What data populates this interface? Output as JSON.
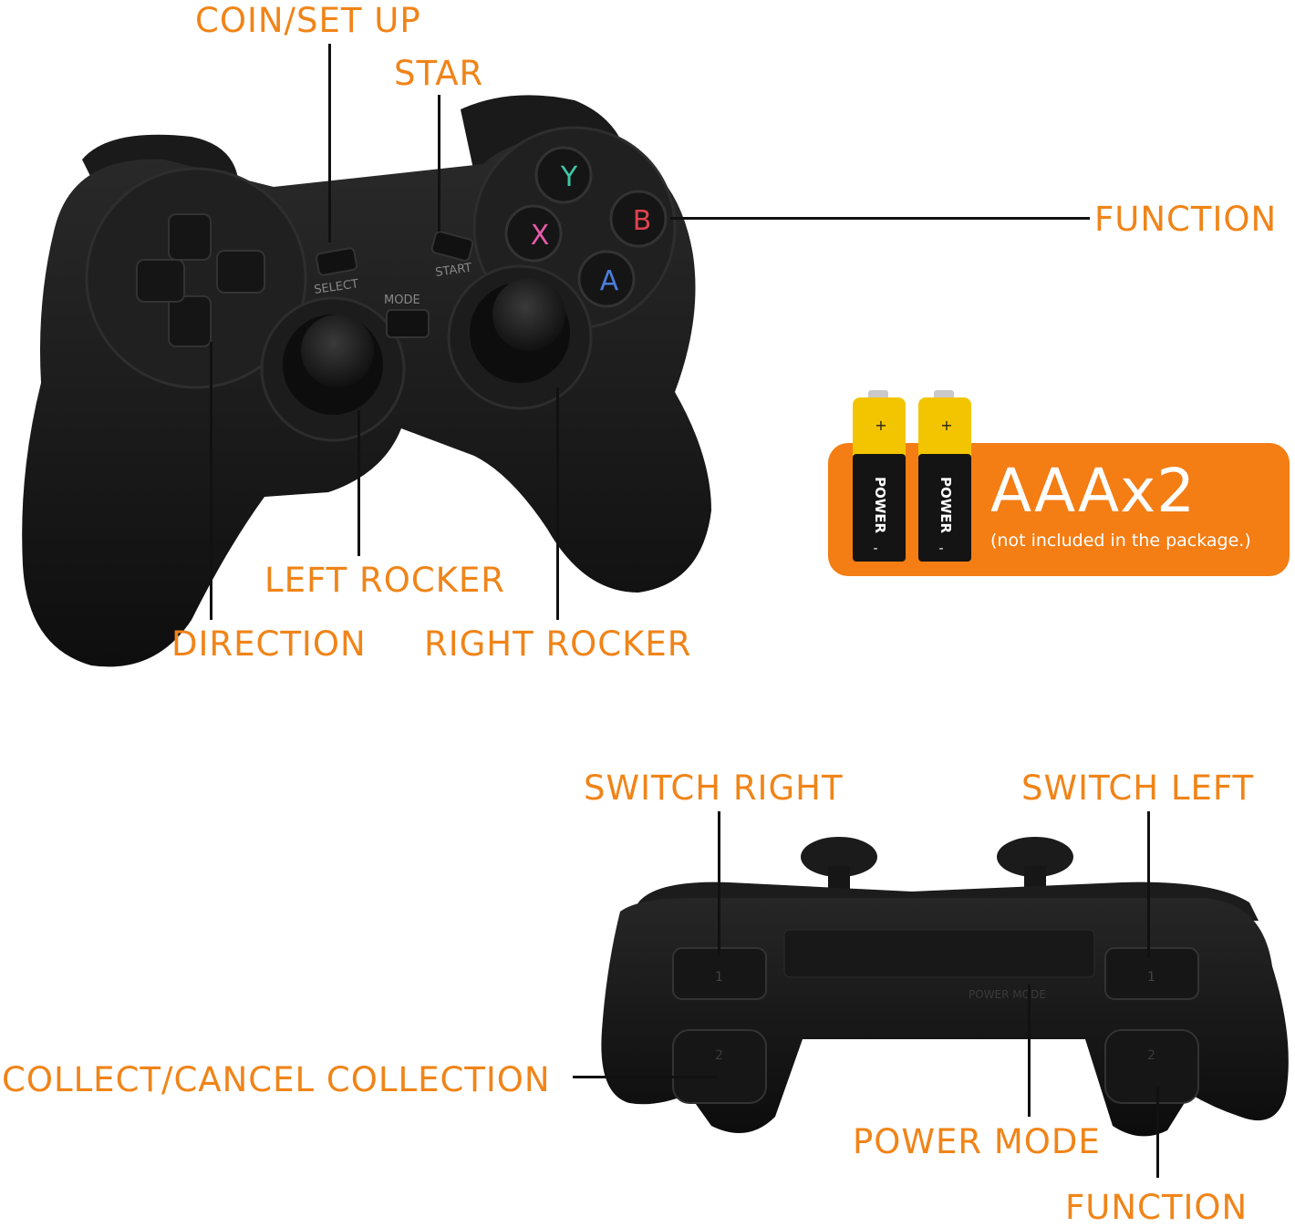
{
  "labels": {
    "coin_set_up": "COIN/SET UP",
    "star": "STAR",
    "function_top": "FUNCTION",
    "left_rocker": "LEFT ROCKER",
    "direction": "DIRECTION",
    "right_rocker": "RIGHT ROCKER",
    "switch_right": "SWITCH RIGHT",
    "switch_left": "SWITCH LEFT",
    "collect_cancel": "COLLECT/CANCEL COLLECTION",
    "power_mode": "POWER MODE",
    "function_bottom": "FUNCTION"
  },
  "battery": {
    "heading": "AAAx2",
    "note": "(not included in the package.)",
    "cell_brand": "POWER",
    "plus": "+",
    "minus": "-"
  },
  "controller_front": {
    "select": "SELECT",
    "start": "START",
    "mode": "MODE",
    "buttons": {
      "y": "Y",
      "x": "X",
      "b": "B",
      "a": "A"
    }
  },
  "controller_top": {
    "bumper_number": "1",
    "trigger_number": "2",
    "power_mode_marking": "POWER MODE"
  },
  "colors": {
    "accent": "#f08418",
    "battery_bg": "#f47d14",
    "y_button": "#3ec7a8",
    "x_button": "#e85aa8",
    "b_button": "#e0424f",
    "a_button": "#4a7fe0"
  }
}
